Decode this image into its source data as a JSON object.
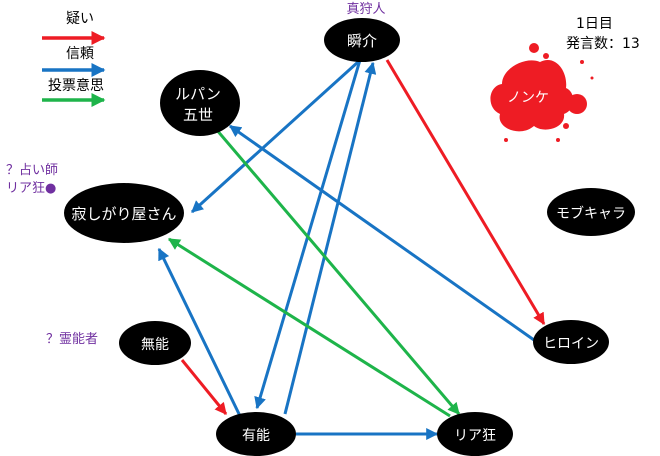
{
  "legend": {
    "doubt": {
      "label": "疑い",
      "color": "#ee1c24"
    },
    "trust": {
      "label": "信頼",
      "color": "#1874c4"
    },
    "vote": {
      "label": "投票意思",
      "color": "#1eb44a"
    }
  },
  "info": {
    "day": "1日目",
    "count": "発言数：13"
  },
  "nodes": {
    "shunsuke": {
      "name": "瞬介",
      "tag": "真狩人"
    },
    "lupin": {
      "line1": "ルパン",
      "line2": "五世"
    },
    "sabishi": {
      "name": "寂しがり屋さん",
      "tag1": "？占い師",
      "tag2": "リア狂●"
    },
    "nonke": {
      "name": "ノンケ"
    },
    "mobu": {
      "name": "モブキャラ"
    },
    "heroine": {
      "name": "ヒロイン"
    },
    "munou": {
      "name": "無能",
      "tag": "？霊能者"
    },
    "yuunou": {
      "name": "有能"
    },
    "riakyou": {
      "name": "リア狂"
    }
  }
}
